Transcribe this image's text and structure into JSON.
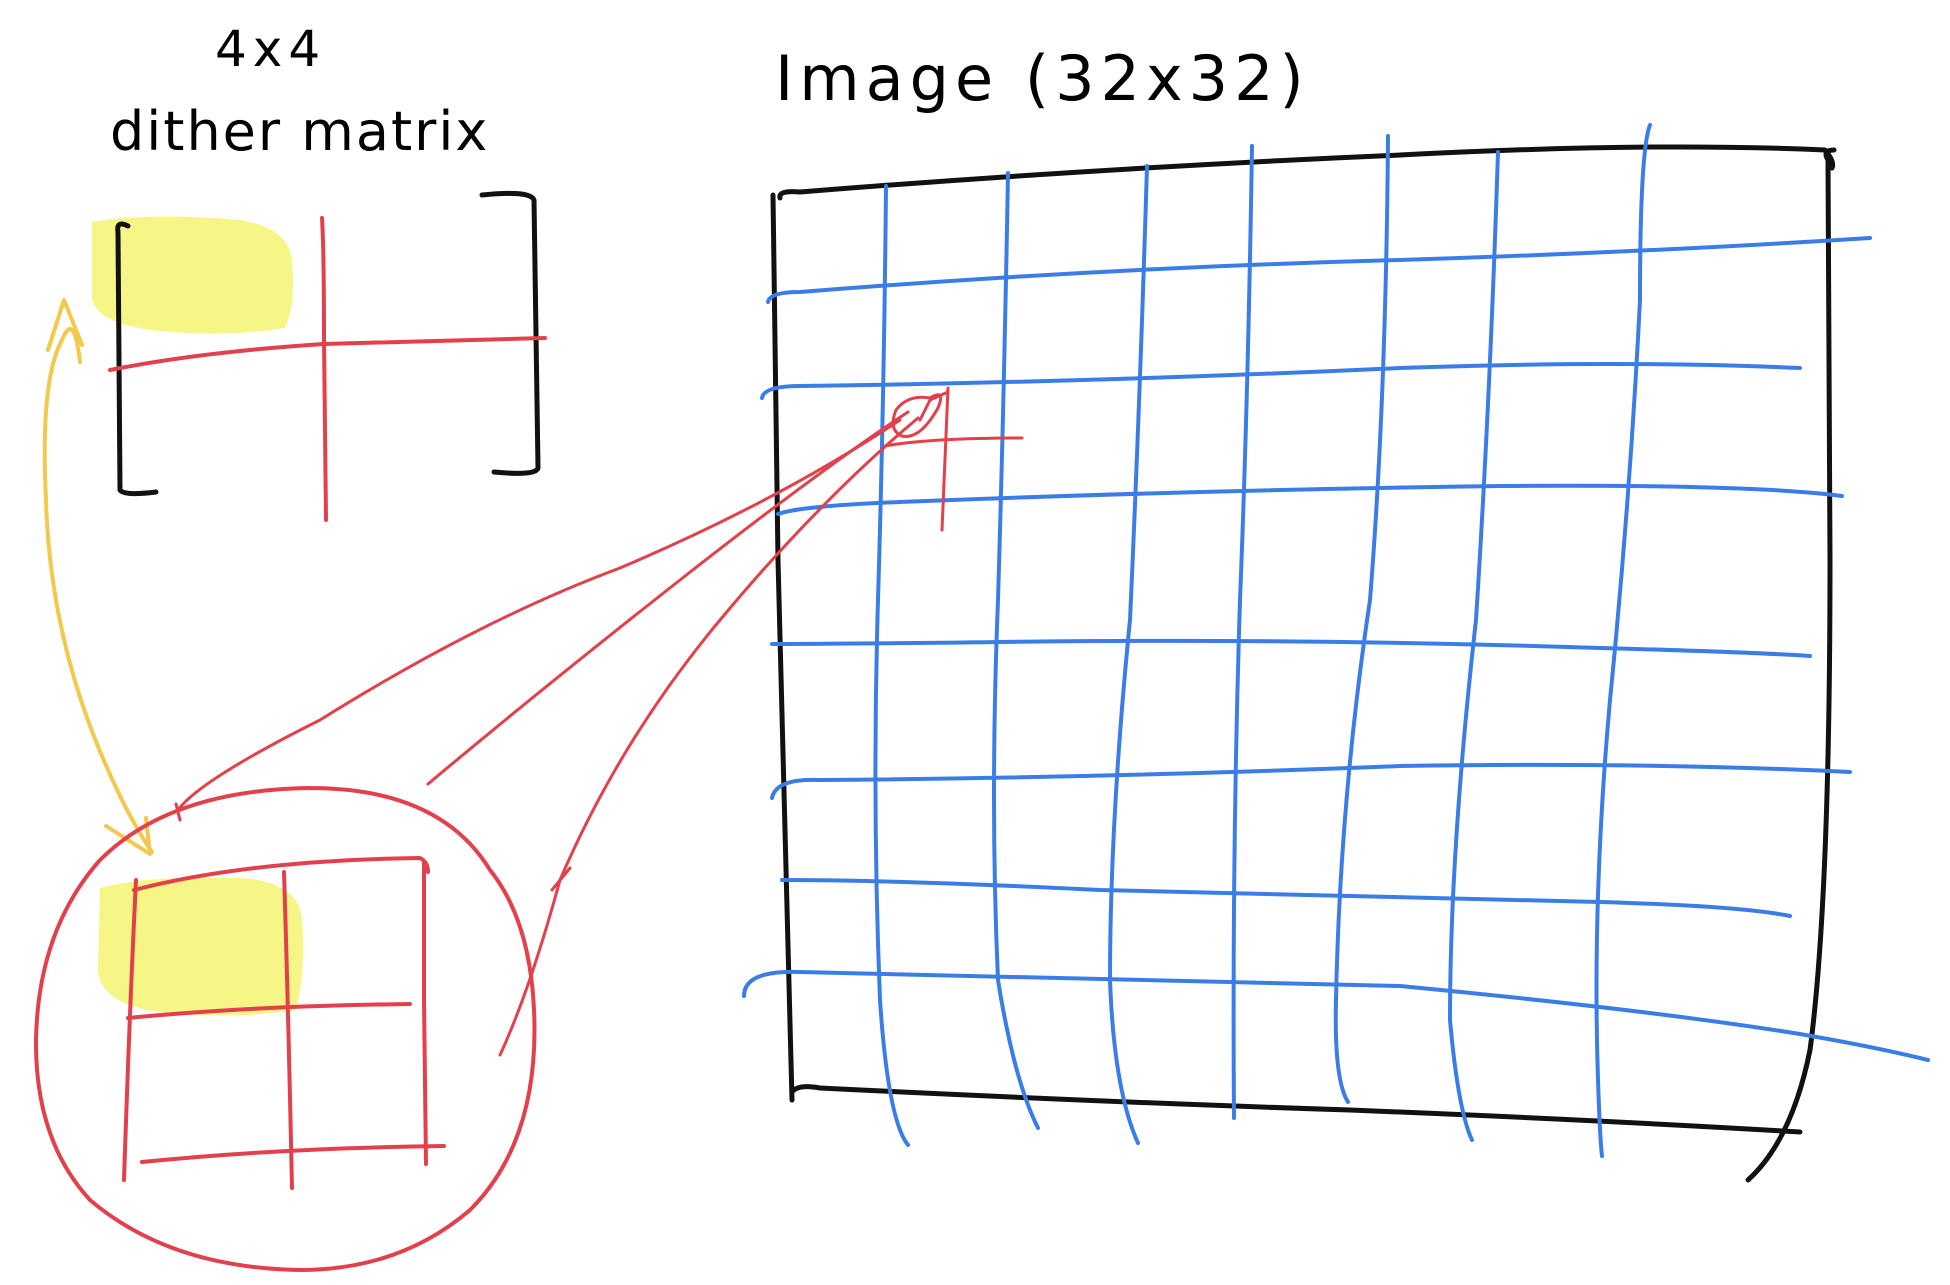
{
  "labels": {
    "matrix_size": "4x4",
    "matrix_name": "dither matrix",
    "image_title": "Image (32x32)"
  },
  "colors": {
    "ink": "#111111",
    "grid": "#3b7de6",
    "dither": "#e2404a",
    "highlight": "#f5f57a",
    "link_arrow": "#f2c94c",
    "background": "#ffffff"
  }
}
